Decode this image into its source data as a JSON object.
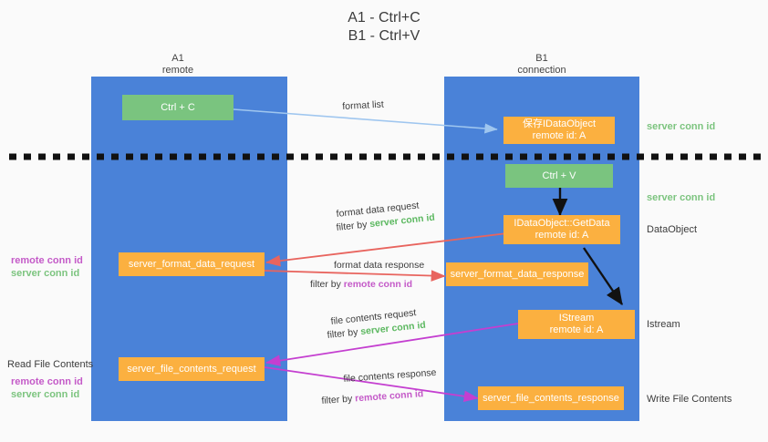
{
  "title": {
    "line1": "A1 - Ctrl+C",
    "line2": "B1 - Ctrl+V"
  },
  "columns": [
    {
      "name": "A1",
      "sub": "remote"
    },
    {
      "name": "B1",
      "sub": "connection"
    }
  ],
  "boxes": {
    "ctrl_c": "Ctrl + C",
    "ctrl_v": "Ctrl + V",
    "idataobject_save_l1": "保存IDataObject",
    "idataobject_save_l2": "remote id: A",
    "getdata_l1": "IDataObject::GetData",
    "getdata_l2": "remote id: A",
    "istream_l1": "IStream",
    "istream_l2": "remote id: A",
    "server_format_data_request": "server_format_data_request",
    "server_format_data_response": "server_format_data_response",
    "server_file_contents_request": "server_file_contents_request",
    "server_file_contents_response": "server_file_contents_response"
  },
  "right_notes": {
    "server_conn_id_1": "server conn id",
    "server_conn_id_2": "server conn id",
    "dataobject": "DataObject",
    "istream": "Istream",
    "write_file_contents": "Write File Contents"
  },
  "left_notes": {
    "remote_conn_id_1": "remote conn id",
    "server_conn_id_1": "server conn id",
    "read_file_contents": "Read File Contents",
    "remote_conn_id_2": "remote conn id",
    "server_conn_id_2": "server conn id"
  },
  "arrow_labels": {
    "format_list": "format list",
    "format_data_request": "format data request",
    "format_data_request_filter_prefix": "filter by ",
    "format_data_request_filter_value": "server conn id",
    "format_data_response": "format data response",
    "format_data_response_filter_prefix": "filter by ",
    "format_data_response_filter_value": "remote conn id",
    "file_contents_request": "file contents request",
    "file_contents_request_filter_prefix": "filter by ",
    "file_contents_request_filter_value": "server conn id",
    "file_contents_response": "file contents response",
    "file_contents_response_filter_prefix": "filter by ",
    "file_contents_response_filter_value": "remote conn id"
  },
  "colors": {
    "lane": "#4a82d8",
    "box_orange": "#fbb040",
    "box_green": "#7ac47f",
    "arrow_light_blue": "#9fc6ef",
    "arrow_red": "#e8645e",
    "arrow_purple": "#c43fd0",
    "arrow_black": "#111111",
    "text_green": "#7cc47f",
    "text_purple": "#c45ac8",
    "background": "#fafafa"
  }
}
